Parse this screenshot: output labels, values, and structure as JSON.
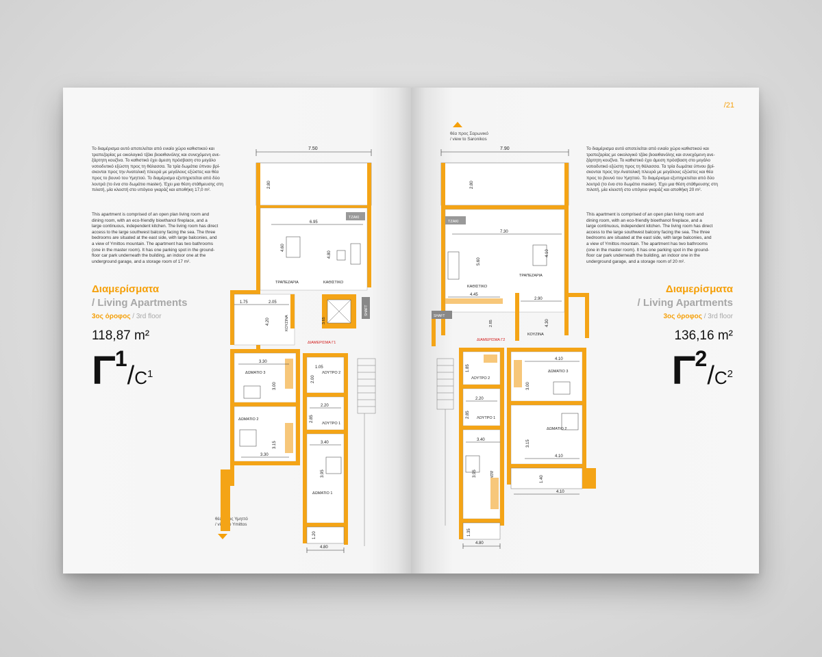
{
  "left_page": {
    "greek_text": "Το διαμέρισμα αυτό αποτελείται από ενιαίο χώρο καθιστικού και\nτραπεζαρίας με οικολογικό τζάκι βιοαιθανόλης και συνεχόμενη ανε-\nξάρτητη κουζίνα. Το καθιστικό έχει άμεση πρόσβαση στο μεγάλο\nνοτιοδυτικό εξώστη προς τη θάλασσα. Τα τρία δωμάτια ύπνου βρί-\nσκονται προς την Ανατολική πλευρά με μεγάλους εξώστες και θέα\nπρος το βουνό του Υμηττού. Το διαμέρισμα εξυπηρετείται από δύο\nλουτρά (το ένα στο δωμάτιο master). Έχει μια θέση στάθμευσης στη\nπιλοτή, μία κλειστή στο υπόγειο γκαράζ και αποθήκη 17,0 m².",
    "english_text": "This apartment is comprised of an open plan living room and\ndining room, with an eco-friendly bioethanol fireplace, and a\nlarge continuous, independent kitchen. The living room has direct\naccess to the large southwest balcony facing the sea. The three\nbedrooms are situated at the east side, with large balconies, and\na view of Ymittos mountain. The apartment has two bathrooms\n(one in the master room). It has one parking spot in the ground-\nfloor car park underneath the building, an indoor one at the\nunderground garage, and a storage room of 17 m².",
    "heading": "Διαμερίσματα",
    "subheading": "/ Living Apartments",
    "floor_gr": "3ος όροφος",
    "floor_en": " / 3rd floor",
    "area": "118,87 m²",
    "code_big": "Γ",
    "code_sup": "1",
    "code_slash": "/",
    "code_lat": "C",
    "code_sub": "1",
    "view_label": "θέα προς Υμηττό\n/ view to Ymittos",
    "plan": {
      "apt_label": "ΔΙΑΜΕΡΙΣΜΑ Γ1",
      "rooms": {
        "dining": "ΤΡΑΠΕΖΑΡΙΑ",
        "living": "ΚΑΘΙΣΤΙΚΟ",
        "kitchen": "ΚΟΥΖΙΝΑ",
        "bath2": "ΛΟΥΤΡΟ 2",
        "bath1": "ΛΟΥΤΡΟ 1",
        "bed3": "ΔΩΜΑΤΙΟ 3",
        "bed2": "ΔΩΜΑΤΙΟ 2",
        "bed1": "ΔΩΜΑΤΙΟ 1",
        "fireplace": "ΤΖΑΚΙ",
        "shaft": "SHAFT"
      },
      "dims": {
        "top": "7.50",
        "balc": "2.80",
        "liv_w": "6.95",
        "dine_h": "4.60",
        "liv_h": "4.80",
        "k1": "1.75",
        "k2": "2.05",
        "k_h": "4.20",
        "lift": "3.65",
        "b3_w": "3.30",
        "b3_h": "3.00",
        "b2_w": "3.30",
        "b2_h": "3.15",
        "bath_w": "1.05",
        "bath_h": "2.00",
        "bath1_w": "2.20",
        "bath1_h": "2.85",
        "b1_w": "3.40",
        "b1_h": "3.95",
        "balc_b": "1.20",
        "bottom": "4.80"
      }
    }
  },
  "right_page": {
    "page_number": "/21",
    "view_label": "θέα προς Σαρωνικό\n/ view to Saronikos",
    "greek_text": "Το διαμέρισμα αυτό αποτελείται από ενιαίο χώρο καθιστικού και\nτραπεζαρίας με οικολογικό τζάκι βιοαιθανόλης και συνεχόμενη ανε-\nξάρτητη κουζίνα. Το καθιστικό έχει άμεση πρόσβαση στο μεγάλο\nνοτιοδυτικό εξώστη προς τη θάλασσα. Τα τρία δωμάτια ύπνου βρί-\nσκονται προς την Ανατολική πλευρά με μεγάλους εξώστες και θέα\nπρος το βουνό του Υμηττού. Το διαμέρισμα εξυπηρετείται από δύο\nλουτρά (το ένα στο δωμάτιο master). Έχει μια θέση στάθμευσης στη\nπιλοτή, μία κλειστή στο υπόγειο γκαράζ και αποθήκη 20 m².",
    "english_text": "This apartment is comprised of an open plan living room and\ndining room, with an eco-friendly bioethanol fireplace, and a\nlarge continuous, independent kitchen. The living room has direct\naccess to the large southwest balcony facing the sea. The three\nbedrooms are situated at the east side, with large balconies, and\na view of Ymittos mountain. The apartment has two bathrooms\n(one in the master room). It has one parking spot in the ground-\nfloor car park underneath the building, an indoor one in the\nunderground garage, and a storage room of 20 m².",
    "heading": "Διαμερίσματα",
    "subheading": "/ Living Apartments",
    "floor_gr": "3ος όροφος",
    "floor_en": " / 3rd floor",
    "area": "136,16 m²",
    "code_big": "Γ",
    "code_sup": "2",
    "code_slash": "/",
    "code_lat": "C",
    "code_sub": "2",
    "plan": {
      "apt_label": "ΔΙΑΜΕΡΙΣΜΑ Γ2",
      "rooms": {
        "dining": "ΤΡΑΠΕΖΑΡΙΑ",
        "living": "ΚΑΘΙΣΤΙΚΟ",
        "kitchen": "ΚΟΥΖΙΝΑ",
        "bath2": "ΛΟΥΤΡΟ 2",
        "bath1": "ΛΟΥΤΡΟ 1",
        "bed3": "ΔΩΜΑΤΙΟ 3",
        "bed2": "ΔΩΜΑΤΙΟ 2",
        "bed1": "ΔΩΜΑΤΙΟ 1",
        "fireplace": "ΤΖΑΚΙ",
        "shaft": "SHAFT"
      },
      "dims": {
        "top": "7.90",
        "balc": "2.80",
        "liv_w": "7.30",
        "liv_h": "5.60",
        "dine_h": "4.10",
        "liv_w2": "4.45",
        "k_w": "2.90",
        "k_h": "4.30",
        "hall": "2.85",
        "b3_w": "4.10",
        "b3_h": "3.00",
        "b2_w": "4.10",
        "b2_h": "3.15",
        "bath2_h": "1.85",
        "bath1_w": "2.20",
        "bath1_h": "2.85",
        "b1_w": "3.40",
        "b1_h": "3.95",
        "balc_e": "1.40",
        "balc_e_w": "4.10",
        "balc_b": "1.35",
        "bottom": "4.80"
      }
    }
  },
  "colors": {
    "accent": "#f5a00a",
    "wall": "#f4a416",
    "grey_text": "#a7a7a7"
  }
}
